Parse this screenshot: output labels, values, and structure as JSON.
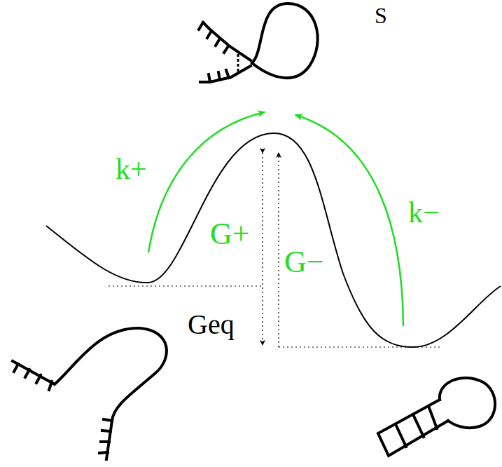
{
  "diagram": {
    "labels": [
      "S",
      "k+",
      "G+",
      "G−",
      "k−",
      "Geq"
    ]
  }
}
